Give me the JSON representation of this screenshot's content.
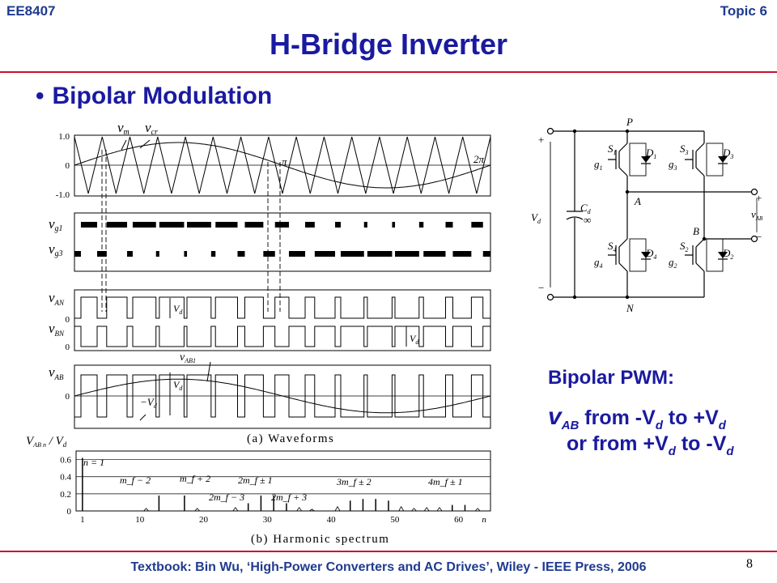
{
  "header": {
    "course": "EE8407",
    "topic": "Topic 6",
    "title": "H-Bridge Inverter"
  },
  "bullet": "Bipolar Modulation",
  "waveforms": {
    "ticks_ref": [
      "1.0",
      "0",
      "-1.0"
    ],
    "vm": "v",
    "vm_sub": "m",
    "vcr": "v",
    "vcr_sub": "cr",
    "pi": "π",
    "two_pi": "2π",
    "vg1": "v",
    "vg1_sub": "g1",
    "vg3": "v",
    "vg3_sub": "g3",
    "van": "v",
    "van_sub": "AN",
    "vbn": "v",
    "vbn_sub": "BN",
    "vab": "v",
    "vab_sub": "AB",
    "vab1": "v",
    "vab1_sub": "AB1",
    "zero": "0",
    "vd": "V",
    "vd_sub": "d",
    "neg_vd": "−V",
    "neg_vd_sub": "d",
    "caption": "(a)  Waveforms"
  },
  "spectrum": {
    "ylabel": "V",
    "ylabel_sub": "AB n",
    "ylabel_tail": " / V",
    "ylabel_tail_sub": "d",
    "yticks": [
      "0.6",
      "0.4",
      "0.2",
      "0"
    ],
    "xticks": [
      "1",
      "10",
      "20",
      "30",
      "40",
      "50",
      "60",
      "n"
    ],
    "annotations": [
      "n = 1",
      "m_f − 2",
      "m_f + 2",
      "2m_f ± 1",
      "2m_f − 3",
      "2m_f + 3",
      "3m_f ± 2",
      "4m_f ± 1"
    ],
    "caption": "(b)  Harmonic spectrum"
  },
  "circuit": {
    "P": "P",
    "N": "N",
    "A": "A",
    "B": "B",
    "S1": "S",
    "S1_sub": "1",
    "S3": "S",
    "S3_sub": "3",
    "S4": "S",
    "S4_sub": "4",
    "S2": "S",
    "S2_sub": "2",
    "D1": "D",
    "D1_sub": "1",
    "D3": "D",
    "D3_sub": "3",
    "D4": "D",
    "D4_sub": "4",
    "D2": "D",
    "D2_sub": "2",
    "g1": "g",
    "g1_sub": "1",
    "g3": "g",
    "g3_sub": "3",
    "g4": "g",
    "g4_sub": "4",
    "g2": "g",
    "g2_sub": "2",
    "Cd": "C",
    "Cd_sub": "d",
    "inf": "∞",
    "Vd": "V",
    "Vd_sub": "d",
    "vAB": "v",
    "vAB_sub": "AB",
    "plus": "+",
    "minus": "−"
  },
  "bipolar": {
    "label": "Bipolar PWM:",
    "l1_v": "v",
    "l1_sub": "AB",
    "l1_a": " from -V",
    "l1_b": "d",
    "l1_c": " to +V",
    "l1_d": "d",
    "l2_a": "or from +V",
    "l2_b": "d",
    "l2_c": " to -V",
    "l2_d": "d"
  },
  "footer": "Textbook: Bin Wu, ‘High-Power Converters and AC Drives’, Wiley - IEEE Press, 2006",
  "page": "8",
  "chart_data": {
    "type": "bar",
    "title": "(b)  Harmonic spectrum",
    "xlabel": "n",
    "ylabel": "V_ABn / V_d",
    "xlim": [
      0,
      65
    ],
    "ylim": [
      0,
      0.7
    ],
    "x": [
      1,
      13,
      17,
      27,
      29,
      31,
      33,
      43,
      45,
      47,
      49,
      59,
      61
    ],
    "values": [
      0.62,
      0.18,
      0.18,
      0.09,
      0.18,
      0.18,
      0.09,
      0.12,
      0.14,
      0.14,
      0.12,
      0.07,
      0.07
    ]
  }
}
